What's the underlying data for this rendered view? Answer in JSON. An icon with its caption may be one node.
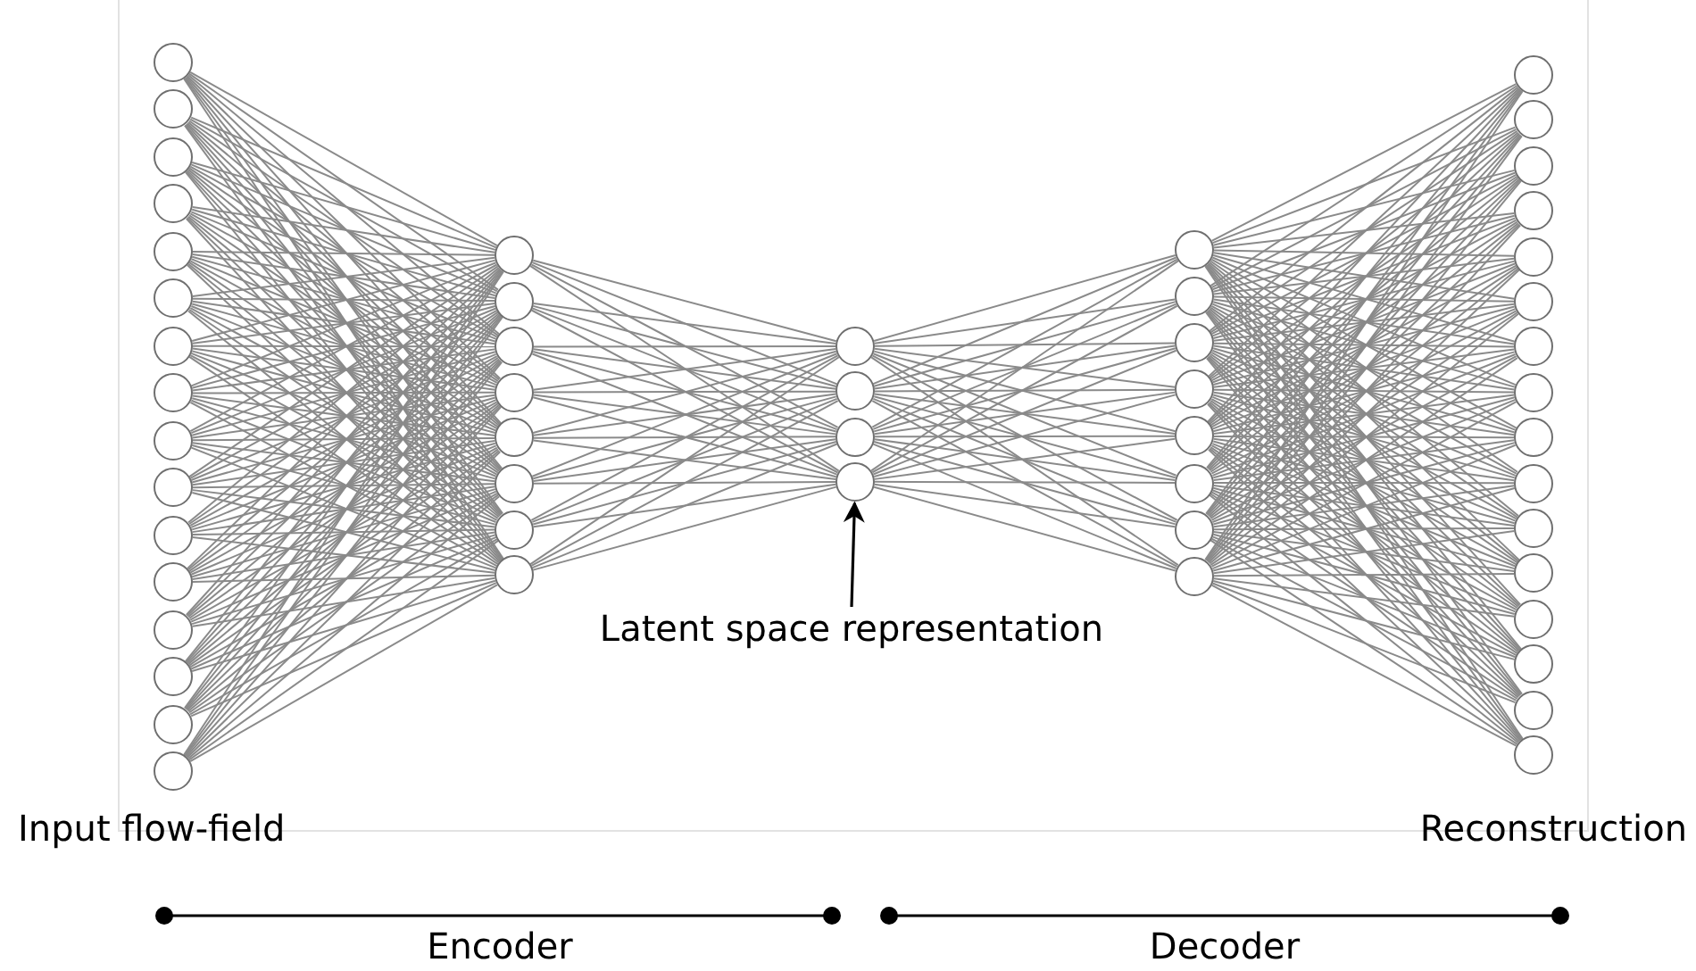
{
  "diagram": {
    "nodes": [
      {
        "text": [],
        "shape": "circle"
      },
      {
        "text": [],
        "shape": "circle"
      },
      {
        "text": [],
        "shape": "circle"
      },
      {
        "text": [],
        "shape": "circle"
      },
      {
        "text": [],
        "shape": "circle"
      },
      {
        "text": [],
        "shape": "circle"
      },
      {
        "text": [],
        "shape": "circle"
      },
      {
        "text": [],
        "shape": "circle"
      },
      {
        "text": [],
        "shape": "circle"
      },
      {
        "text": [],
        "shape": "circle"
      },
      {
        "text": [],
        "shape": "circle"
      },
      {
        "text": [],
        "shape": "circle"
      },
      {
        "text": [],
        "shape": "circle"
      },
      {
        "text": [],
        "shape": "circle"
      },
      {
        "text": [],
        "shape": "circle"
      },
      {
        "text": [],
        "shape": "circle"
      },
      {
        "text": [],
        "shape": "circle"
      },
      {
        "text": [],
        "shape": "circle"
      },
      {
        "text": [],
        "shape": "circle"
      },
      {
        "text": [],
        "shape": "circle"
      },
      {
        "text": [],
        "shape": "circle"
      },
      {
        "text": [],
        "shape": "circle"
      },
      {
        "text": [],
        "shape": "circle"
      },
      {
        "text": [],
        "shape": "circle"
      },
      {
        "text": [],
        "shape": "circle"
      },
      {
        "text": [],
        "shape": "circle"
      },
      {
        "text": [],
        "shape": "circle"
      },
      {
        "text": [],
        "shape": "circle"
      },
      {
        "text": [],
        "shape": "circle"
      },
      {
        "text": [],
        "shape": "circle"
      },
      {
        "text": [],
        "shape": "circle"
      },
      {
        "text": [],
        "shape": "circle"
      },
      {
        "text": [],
        "shape": "circle"
      },
      {
        "text": [],
        "shape": "circle"
      },
      {
        "text": [],
        "shape": "circle"
      },
      {
        "text": [],
        "shape": "circle"
      },
      {
        "text": [],
        "shape": "circle"
      },
      {
        "text": [],
        "shape": "circle"
      },
      {
        "text": [],
        "shape": "circle"
      },
      {
        "text": [],
        "shape": "circle"
      },
      {
        "text": [],
        "shape": "circle"
      },
      {
        "text": [],
        "shape": "circle"
      },
      {
        "text": [],
        "shape": "circle"
      },
      {
        "text": [],
        "shape": "circle"
      },
      {
        "text": [],
        "shape": "circle"
      },
      {
        "text": [],
        "shape": "circle"
      },
      {
        "text": [],
        "shape": "circle"
      },
      {
        "text": [],
        "shape": "circle"
      },
      {
        "text": [],
        "shape": "circle"
      },
      {
        "text": [],
        "shape": "circle"
      },
      {
        "text": [],
        "shape": "circle"
      },
      {
        "text": [],
        "shape": "circle"
      },
      {
        "text": [
          "Latent space representation"
        ]
      }
    ],
    "edges": [
      {
        "from": 0,
        "to": 16,
        "arrow": "none"
      },
      {
        "from": 0,
        "to": 17,
        "arrow": "none"
      },
      {
        "from": 0,
        "to": 18,
        "arrow": "none"
      },
      {
        "from": 0,
        "to": 19,
        "arrow": "none"
      },
      {
        "from": 0,
        "to": 20,
        "arrow": "none"
      },
      {
        "from": 0,
        "to": 21,
        "arrow": "none"
      },
      {
        "from": 0,
        "to": 22,
        "arrow": "none"
      },
      {
        "from": 0,
        "to": 23,
        "arrow": "none"
      },
      {
        "from": 1,
        "to": 16,
        "arrow": "none"
      },
      {
        "from": 1,
        "to": 17,
        "arrow": "none"
      },
      {
        "from": 1,
        "to": 18,
        "arrow": "none"
      },
      {
        "from": 1,
        "to": 19,
        "arrow": "none"
      },
      {
        "from": 1,
        "to": 20,
        "arrow": "none"
      },
      {
        "from": 1,
        "to": 21,
        "arrow": "none"
      },
      {
        "from": 1,
        "to": 22,
        "arrow": "none"
      },
      {
        "from": 1,
        "to": 23,
        "arrow": "none"
      },
      {
        "from": 2,
        "to": 16,
        "arrow": "none"
      },
      {
        "from": 2,
        "to": 17,
        "arrow": "none"
      },
      {
        "from": 2,
        "to": 18,
        "arrow": "none"
      },
      {
        "from": 2,
        "to": 19,
        "arrow": "none"
      },
      {
        "from": 2,
        "to": 20,
        "arrow": "none"
      },
      {
        "from": 2,
        "to": 21,
        "arrow": "none"
      },
      {
        "from": 2,
        "to": 22,
        "arrow": "none"
      },
      {
        "from": 2,
        "to": 23,
        "arrow": "none"
      },
      {
        "from": 3,
        "to": 16,
        "arrow": "none"
      },
      {
        "from": 3,
        "to": 17,
        "arrow": "none"
      },
      {
        "from": 3,
        "to": 18,
        "arrow": "none"
      },
      {
        "from": 3,
        "to": 19,
        "arrow": "none"
      },
      {
        "from": 3,
        "to": 20,
        "arrow": "none"
      },
      {
        "from": 3,
        "to": 21,
        "arrow": "none"
      },
      {
        "from": 3,
        "to": 22,
        "arrow": "none"
      },
      {
        "from": 3,
        "to": 23,
        "arrow": "none"
      },
      {
        "from": 4,
        "to": 16,
        "arrow": "none"
      },
      {
        "from": 4,
        "to": 17,
        "arrow": "none"
      },
      {
        "from": 4,
        "to": 18,
        "arrow": "none"
      },
      {
        "from": 4,
        "to": 19,
        "arrow": "none"
      },
      {
        "from": 4,
        "to": 20,
        "arrow": "none"
      },
      {
        "from": 4,
        "to": 21,
        "arrow": "none"
      },
      {
        "from": 4,
        "to": 22,
        "arrow": "none"
      },
      {
        "from": 4,
        "to": 23,
        "arrow": "none"
      },
      {
        "from": 5,
        "to": 16,
        "arrow": "none"
      },
      {
        "from": 5,
        "to": 17,
        "arrow": "none"
      },
      {
        "from": 5,
        "to": 18,
        "arrow": "none"
      },
      {
        "from": 5,
        "to": 19,
        "arrow": "none"
      },
      {
        "from": 5,
        "to": 20,
        "arrow": "none"
      },
      {
        "from": 5,
        "to": 21,
        "arrow": "none"
      },
      {
        "from": 5,
        "to": 22,
        "arrow": "none"
      },
      {
        "from": 5,
        "to": 23,
        "arrow": "none"
      },
      {
        "from": 6,
        "to": 16,
        "arrow": "none"
      },
      {
        "from": 6,
        "to": 17,
        "arrow": "none"
      },
      {
        "from": 6,
        "to": 18,
        "arrow": "none"
      },
      {
        "from": 6,
        "to": 19,
        "arrow": "none"
      },
      {
        "from": 6,
        "to": 20,
        "arrow": "none"
      },
      {
        "from": 6,
        "to": 21,
        "arrow": "none"
      },
      {
        "from": 6,
        "to": 22,
        "arrow": "none"
      },
      {
        "from": 6,
        "to": 23,
        "arrow": "none"
      },
      {
        "from": 7,
        "to": 16,
        "arrow": "none"
      },
      {
        "from": 7,
        "to": 17,
        "arrow": "none"
      },
      {
        "from": 7,
        "to": 18,
        "arrow": "none"
      },
      {
        "from": 7,
        "to": 19,
        "arrow": "none"
      },
      {
        "from": 7,
        "to": 20,
        "arrow": "none"
      },
      {
        "from": 7,
        "to": 21,
        "arrow": "none"
      },
      {
        "from": 7,
        "to": 22,
        "arrow": "none"
      },
      {
        "from": 7,
        "to": 23,
        "arrow": "none"
      },
      {
        "from": 8,
        "to": 16,
        "arrow": "none"
      },
      {
        "from": 8,
        "to": 17,
        "arrow": "none"
      },
      {
        "from": 8,
        "to": 18,
        "arrow": "none"
      },
      {
        "from": 8,
        "to": 19,
        "arrow": "none"
      },
      {
        "from": 8,
        "to": 20,
        "arrow": "none"
      },
      {
        "from": 8,
        "to": 21,
        "arrow": "none"
      },
      {
        "from": 8,
        "to": 22,
        "arrow": "none"
      },
      {
        "from": 8,
        "to": 23,
        "arrow": "none"
      },
      {
        "from": 9,
        "to": 16,
        "arrow": "none"
      },
      {
        "from": 9,
        "to": 17,
        "arrow": "none"
      },
      {
        "from": 9,
        "to": 18,
        "arrow": "none"
      },
      {
        "from": 9,
        "to": 19,
        "arrow": "none"
      },
      {
        "from": 9,
        "to": 20,
        "arrow": "none"
      },
      {
        "from": 9,
        "to": 21,
        "arrow": "none"
      },
      {
        "from": 9,
        "to": 22,
        "arrow": "none"
      },
      {
        "from": 9,
        "to": 23,
        "arrow": "none"
      },
      {
        "from": 10,
        "to": 16,
        "arrow": "none"
      },
      {
        "from": 10,
        "to": 17,
        "arrow": "none"
      },
      {
        "from": 10,
        "to": 18,
        "arrow": "none"
      },
      {
        "from": 10,
        "to": 19,
        "arrow": "none"
      },
      {
        "from": 10,
        "to": 20,
        "arrow": "none"
      },
      {
        "from": 10,
        "to": 21,
        "arrow": "none"
      },
      {
        "from": 10,
        "to": 22,
        "arrow": "none"
      },
      {
        "from": 10,
        "to": 23,
        "arrow": "none"
      },
      {
        "from": 11,
        "to": 16,
        "arrow": "none"
      },
      {
        "from": 11,
        "to": 17,
        "arrow": "none"
      },
      {
        "from": 11,
        "to": 18,
        "arrow": "none"
      },
      {
        "from": 11,
        "to": 19,
        "arrow": "none"
      },
      {
        "from": 11,
        "to": 20,
        "arrow": "none"
      },
      {
        "from": 11,
        "to": 21,
        "arrow": "none"
      },
      {
        "from": 11,
        "to": 22,
        "arrow": "none"
      },
      {
        "from": 11,
        "to": 23,
        "arrow": "none"
      },
      {
        "from": 12,
        "to": 16,
        "arrow": "none"
      },
      {
        "from": 12,
        "to": 17,
        "arrow": "none"
      },
      {
        "from": 12,
        "to": 18,
        "arrow": "none"
      },
      {
        "from": 12,
        "to": 19,
        "arrow": "none"
      },
      {
        "from": 12,
        "to": 20,
        "arrow": "none"
      },
      {
        "from": 12,
        "to": 21,
        "arrow": "none"
      },
      {
        "from": 12,
        "to": 22,
        "arrow": "none"
      },
      {
        "from": 12,
        "to": 23,
        "arrow": "none"
      },
      {
        "from": 13,
        "to": 16,
        "arrow": "none"
      },
      {
        "from": 13,
        "to": 17,
        "arrow": "none"
      },
      {
        "from": 13,
        "to": 18,
        "arrow": "none"
      },
      {
        "from": 13,
        "to": 19,
        "arrow": "none"
      },
      {
        "from": 13,
        "to": 20,
        "arrow": "none"
      },
      {
        "from": 13,
        "to": 21,
        "arrow": "none"
      },
      {
        "from": 13,
        "to": 22,
        "arrow": "none"
      },
      {
        "from": 13,
        "to": 23,
        "arrow": "none"
      },
      {
        "from": 14,
        "to": 16,
        "arrow": "none"
      },
      {
        "from": 14,
        "to": 17,
        "arrow": "none"
      },
      {
        "from": 14,
        "to": 18,
        "arrow": "none"
      },
      {
        "from": 14,
        "to": 19,
        "arrow": "none"
      },
      {
        "from": 14,
        "to": 20,
        "arrow": "none"
      },
      {
        "from": 14,
        "to": 21,
        "arrow": "none"
      },
      {
        "from": 14,
        "to": 22,
        "arrow": "none"
      },
      {
        "from": 14,
        "to": 23,
        "arrow": "none"
      },
      {
        "from": 15,
        "to": 16,
        "arrow": "none"
      },
      {
        "from": 15,
        "to": 17,
        "arrow": "none"
      },
      {
        "from": 15,
        "to": 18,
        "arrow": "none"
      },
      {
        "from": 15,
        "to": 19,
        "arrow": "none"
      },
      {
        "from": 15,
        "to": 20,
        "arrow": "none"
      },
      {
        "from": 15,
        "to": 21,
        "arrow": "none"
      },
      {
        "from": 15,
        "to": 22,
        "arrow": "none"
      },
      {
        "from": 15,
        "to": 23,
        "arrow": "none"
      },
      {
        "from": 16,
        "to": 24,
        "arrow": "none"
      },
      {
        "from": 16,
        "to": 25,
        "arrow": "none"
      },
      {
        "from": 16,
        "to": 26,
        "arrow": "none"
      },
      {
        "from": 16,
        "to": 27,
        "arrow": "none"
      },
      {
        "from": 17,
        "to": 24,
        "arrow": "none"
      },
      {
        "from": 17,
        "to": 25,
        "arrow": "none"
      },
      {
        "from": 17,
        "to": 26,
        "arrow": "none"
      },
      {
        "from": 17,
        "to": 27,
        "arrow": "none"
      },
      {
        "from": 18,
        "to": 24,
        "arrow": "none"
      },
      {
        "from": 18,
        "to": 25,
        "arrow": "none"
      },
      {
        "from": 18,
        "to": 26,
        "arrow": "none"
      },
      {
        "from": 18,
        "to": 27,
        "arrow": "none"
      },
      {
        "from": 19,
        "to": 24,
        "arrow": "none"
      },
      {
        "from": 19,
        "to": 25,
        "arrow": "none"
      },
      {
        "from": 19,
        "to": 26,
        "arrow": "none"
      },
      {
        "from": 19,
        "to": 27,
        "arrow": "none"
      },
      {
        "from": 20,
        "to": 24,
        "arrow": "none"
      },
      {
        "from": 20,
        "to": 25,
        "arrow": "none"
      },
      {
        "from": 20,
        "to": 26,
        "arrow": "none"
      },
      {
        "from": 20,
        "to": 27,
        "arrow": "none"
      },
      {
        "from": 21,
        "to": 24,
        "arrow": "none"
      },
      {
        "from": 21,
        "to": 25,
        "arrow": "none"
      },
      {
        "from": 21,
        "to": 26,
        "arrow": "none"
      },
      {
        "from": 21,
        "to": 27,
        "arrow": "none"
      },
      {
        "from": 22,
        "to": 24,
        "arrow": "none"
      },
      {
        "from": 22,
        "to": 25,
        "arrow": "none"
      },
      {
        "from": 22,
        "to": 26,
        "arrow": "none"
      },
      {
        "from": 22,
        "to": 27,
        "arrow": "none"
      },
      {
        "from": 23,
        "to": 24,
        "arrow": "none"
      },
      {
        "from": 23,
        "to": 25,
        "arrow": "none"
      },
      {
        "from": 23,
        "to": 26,
        "arrow": "none"
      },
      {
        "from": 23,
        "to": 27,
        "arrow": "none"
      },
      {
        "from": 24,
        "to": 28,
        "arrow": "none"
      },
      {
        "from": 24,
        "to": 29,
        "arrow": "none"
      },
      {
        "from": 24,
        "to": 30,
        "arrow": "none"
      },
      {
        "from": 24,
        "to": 31,
        "arrow": "none"
      },
      {
        "from": 24,
        "to": 32,
        "arrow": "none"
      },
      {
        "from": 24,
        "to": 33,
        "arrow": "none"
      },
      {
        "from": 24,
        "to": 34,
        "arrow": "none"
      },
      {
        "from": 24,
        "to": 35,
        "arrow": "none"
      },
      {
        "from": 25,
        "to": 28,
        "arrow": "none"
      },
      {
        "from": 25,
        "to": 29,
        "arrow": "none"
      },
      {
        "from": 25,
        "to": 30,
        "arrow": "none"
      },
      {
        "from": 25,
        "to": 31,
        "arrow": "none"
      },
      {
        "from": 25,
        "to": 32,
        "arrow": "none"
      },
      {
        "from": 25,
        "to": 33,
        "arrow": "none"
      },
      {
        "from": 25,
        "to": 34,
        "arrow": "none"
      },
      {
        "from": 25,
        "to": 35,
        "arrow": "none"
      },
      {
        "from": 26,
        "to": 28,
        "arrow": "none"
      },
      {
        "from": 26,
        "to": 29,
        "arrow": "none"
      },
      {
        "from": 26,
        "to": 30,
        "arrow": "none"
      },
      {
        "from": 26,
        "to": 31,
        "arrow": "none"
      },
      {
        "from": 26,
        "to": 32,
        "arrow": "none"
      },
      {
        "from": 26,
        "to": 33,
        "arrow": "none"
      },
      {
        "from": 26,
        "to": 34,
        "arrow": "none"
      },
      {
        "from": 26,
        "to": 35,
        "arrow": "none"
      },
      {
        "from": 27,
        "to": 28,
        "arrow": "none"
      },
      {
        "from": 27,
        "to": 29,
        "arrow": "none"
      },
      {
        "from": 27,
        "to": 30,
        "arrow": "none"
      },
      {
        "from": 27,
        "to": 31,
        "arrow": "none"
      },
      {
        "from": 27,
        "to": 32,
        "arrow": "none"
      },
      {
        "from": 27,
        "to": 33,
        "arrow": "none"
      },
      {
        "from": 27,
        "to": 34,
        "arrow": "none"
      },
      {
        "from": 27,
        "to": 35,
        "arrow": "none"
      },
      {
        "from": 28,
        "to": 36,
        "arrow": "none"
      },
      {
        "from": 28,
        "to": 37,
        "arrow": "none"
      },
      {
        "from": 28,
        "to": 38,
        "arrow": "none"
      },
      {
        "from": 28,
        "to": 39,
        "arrow": "none"
      },
      {
        "from": 28,
        "to": 40,
        "arrow": "none"
      },
      {
        "from": 28,
        "to": 41,
        "arrow": "none"
      },
      {
        "from": 28,
        "to": 42,
        "arrow": "none"
      },
      {
        "from": 28,
        "to": 43,
        "arrow": "none"
      },
      {
        "from": 28,
        "to": 44,
        "arrow": "none"
      },
      {
        "from": 28,
        "to": 45,
        "arrow": "none"
      },
      {
        "from": 28,
        "to": 46,
        "arrow": "none"
      },
      {
        "from": 28,
        "to": 47,
        "arrow": "none"
      },
      {
        "from": 28,
        "to": 48,
        "arrow": "none"
      },
      {
        "from": 28,
        "to": 49,
        "arrow": "none"
      },
      {
        "from": 28,
        "to": 50,
        "arrow": "none"
      },
      {
        "from": 28,
        "to": 51,
        "arrow": "none"
      },
      {
        "from": 29,
        "to": 36,
        "arrow": "none"
      },
      {
        "from": 29,
        "to": 37,
        "arrow": "none"
      },
      {
        "from": 29,
        "to": 38,
        "arrow": "none"
      },
      {
        "from": 29,
        "to": 39,
        "arrow": "none"
      },
      {
        "from": 29,
        "to": 40,
        "arrow": "none"
      },
      {
        "from": 29,
        "to": 41,
        "arrow": "none"
      },
      {
        "from": 29,
        "to": 42,
        "arrow": "none"
      },
      {
        "from": 29,
        "to": 43,
        "arrow": "none"
      },
      {
        "from": 29,
        "to": 44,
        "arrow": "none"
      },
      {
        "from": 29,
        "to": 45,
        "arrow": "none"
      },
      {
        "from": 29,
        "to": 46,
        "arrow": "none"
      },
      {
        "from": 29,
        "to": 47,
        "arrow": "none"
      },
      {
        "from": 29,
        "to": 48,
        "arrow": "none"
      },
      {
        "from": 29,
        "to": 49,
        "arrow": "none"
      },
      {
        "from": 29,
        "to": 50,
        "arrow": "none"
      },
      {
        "from": 29,
        "to": 51,
        "arrow": "none"
      },
      {
        "from": 30,
        "to": 36,
        "arrow": "none"
      },
      {
        "from": 30,
        "to": 37,
        "arrow": "none"
      },
      {
        "from": 30,
        "to": 38,
        "arrow": "none"
      },
      {
        "from": 30,
        "to": 39,
        "arrow": "none"
      },
      {
        "from": 30,
        "to": 40,
        "arrow": "none"
      },
      {
        "from": 30,
        "to": 41,
        "arrow": "none"
      },
      {
        "from": 30,
        "to": 42,
        "arrow": "none"
      },
      {
        "from": 30,
        "to": 43,
        "arrow": "none"
      },
      {
        "from": 30,
        "to": 44,
        "arrow": "none"
      },
      {
        "from": 30,
        "to": 45,
        "arrow": "none"
      },
      {
        "from": 30,
        "to": 46,
        "arrow": "none"
      },
      {
        "from": 30,
        "to": 47,
        "arrow": "none"
      },
      {
        "from": 30,
        "to": 48,
        "arrow": "none"
      },
      {
        "from": 30,
        "to": 49,
        "arrow": "none"
      },
      {
        "from": 30,
        "to": 50,
        "arrow": "none"
      },
      {
        "from": 30,
        "to": 51,
        "arrow": "none"
      },
      {
        "from": 31,
        "to": 36,
        "arrow": "none"
      },
      {
        "from": 31,
        "to": 37,
        "arrow": "none"
      },
      {
        "from": 31,
        "to": 38,
        "arrow": "none"
      },
      {
        "from": 31,
        "to": 39,
        "arrow": "none"
      },
      {
        "from": 31,
        "to": 40,
        "arrow": "none"
      },
      {
        "from": 31,
        "to": 41,
        "arrow": "none"
      },
      {
        "from": 31,
        "to": 42,
        "arrow": "none"
      },
      {
        "from": 31,
        "to": 43,
        "arrow": "none"
      },
      {
        "from": 31,
        "to": 44,
        "arrow": "none"
      },
      {
        "from": 31,
        "to": 45,
        "arrow": "none"
      },
      {
        "from": 31,
        "to": 46,
        "arrow": "none"
      },
      {
        "from": 31,
        "to": 47,
        "arrow": "none"
      },
      {
        "from": 31,
        "to": 48,
        "arrow": "none"
      },
      {
        "from": 31,
        "to": 49,
        "arrow": "none"
      },
      {
        "from": 31,
        "to": 50,
        "arrow": "none"
      },
      {
        "from": 31,
        "to": 51,
        "arrow": "none"
      },
      {
        "from": 32,
        "to": 36,
        "arrow": "none"
      },
      {
        "from": 32,
        "to": 37,
        "arrow": "none"
      },
      {
        "from": 32,
        "to": 38,
        "arrow": "none"
      },
      {
        "from": 32,
        "to": 39,
        "arrow": "none"
      },
      {
        "from": 32,
        "to": 40,
        "arrow": "none"
      },
      {
        "from": 32,
        "to": 41,
        "arrow": "none"
      },
      {
        "from": 32,
        "to": 42,
        "arrow": "none"
      },
      {
        "from": 32,
        "to": 43,
        "arrow": "none"
      },
      {
        "from": 32,
        "to": 44,
        "arrow": "none"
      },
      {
        "from": 32,
        "to": 45,
        "arrow": "none"
      },
      {
        "from": 32,
        "to": 46,
        "arrow": "none"
      },
      {
        "from": 32,
        "to": 47,
        "arrow": "none"
      },
      {
        "from": 32,
        "to": 48,
        "arrow": "none"
      },
      {
        "from": 32,
        "to": 49,
        "arrow": "none"
      },
      {
        "from": 32,
        "to": 50,
        "arrow": "none"
      },
      {
        "from": 32,
        "to": 51,
        "arrow": "none"
      },
      {
        "from": 33,
        "to": 36,
        "arrow": "none"
      },
      {
        "from": 33,
        "to": 37,
        "arrow": "none"
      },
      {
        "from": 33,
        "to": 38,
        "arrow": "none"
      },
      {
        "from": 33,
        "to": 39,
        "arrow": "none"
      },
      {
        "from": 33,
        "to": 40,
        "arrow": "none"
      },
      {
        "from": 33,
        "to": 41,
        "arrow": "none"
      },
      {
        "from": 33,
        "to": 42,
        "arrow": "none"
      },
      {
        "from": 33,
        "to": 43,
        "arrow": "none"
      },
      {
        "from": 33,
        "to": 44,
        "arrow": "none"
      },
      {
        "from": 33,
        "to": 45,
        "arrow": "none"
      },
      {
        "from": 33,
        "to": 46,
        "arrow": "none"
      },
      {
        "from": 33,
        "to": 47,
        "arrow": "none"
      },
      {
        "from": 33,
        "to": 48,
        "arrow": "none"
      },
      {
        "from": 33,
        "to": 49,
        "arrow": "none"
      },
      {
        "from": 33,
        "to": 50,
        "arrow": "none"
      },
      {
        "from": 33,
        "to": 51,
        "arrow": "none"
      },
      {
        "from": 34,
        "to": 36,
        "arrow": "none"
      },
      {
        "from": 34,
        "to": 37,
        "arrow": "none"
      },
      {
        "from": 34,
        "to": 38,
        "arrow": "none"
      },
      {
        "from": 34,
        "to": 39,
        "arrow": "none"
      },
      {
        "from": 34,
        "to": 40,
        "arrow": "none"
      },
      {
        "from": 34,
        "to": 41,
        "arrow": "none"
      },
      {
        "from": 34,
        "to": 42,
        "arrow": "none"
      },
      {
        "from": 34,
        "to": 43,
        "arrow": "none"
      },
      {
        "from": 34,
        "to": 44,
        "arrow": "none"
      },
      {
        "from": 34,
        "to": 45,
        "arrow": "none"
      },
      {
        "from": 34,
        "to": 46,
        "arrow": "none"
      },
      {
        "from": 34,
        "to": 47,
        "arrow": "none"
      },
      {
        "from": 34,
        "to": 48,
        "arrow": "none"
      },
      {
        "from": 34,
        "to": 49,
        "arrow": "none"
      },
      {
        "from": 34,
        "to": 50,
        "arrow": "none"
      },
      {
        "from": 34,
        "to": 51,
        "arrow": "none"
      },
      {
        "from": 35,
        "to": 36,
        "arrow": "none"
      },
      {
        "from": 35,
        "to": 37,
        "arrow": "none"
      },
      {
        "from": 35,
        "to": 38,
        "arrow": "none"
      },
      {
        "from": 35,
        "to": 39,
        "arrow": "none"
      },
      {
        "from": 35,
        "to": 40,
        "arrow": "none"
      },
      {
        "from": 35,
        "to": 41,
        "arrow": "none"
      },
      {
        "from": 35,
        "to": 42,
        "arrow": "none"
      },
      {
        "from": 35,
        "to": 43,
        "arrow": "none"
      },
      {
        "from": 35,
        "to": 44,
        "arrow": "none"
      },
      {
        "from": 35,
        "to": 45,
        "arrow": "none"
      },
      {
        "from": 35,
        "to": 46,
        "arrow": "none"
      },
      {
        "from": 35,
        "to": 47,
        "arrow": "none"
      },
      {
        "from": 35,
        "to": 48,
        "arrow": "none"
      },
      {
        "from": 35,
        "to": 49,
        "arrow": "none"
      },
      {
        "from": 35,
        "to": 50,
        "arrow": "none"
      },
      {
        "from": 35,
        "to": 51,
        "arrow": "none"
      },
      {
        "from": 52,
        "to": 27,
        "arrow": "to",
        "color": "#000000"
      }
    ],
    "labels": [
      "Input flow-field",
      "Reconstruction",
      "Encoder",
      "Decoder"
    ]
  }
}
